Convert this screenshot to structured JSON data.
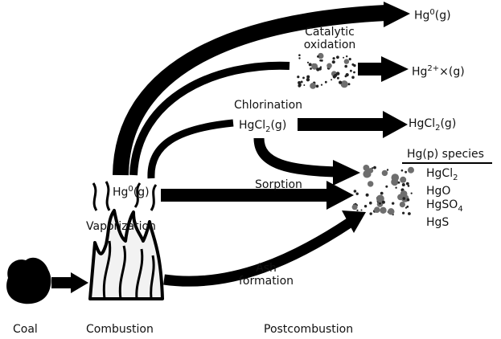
{
  "labels": {
    "hg0_top": {
      "base": "Hg",
      "sup": "0",
      "tail": "(g)"
    },
    "catalytic_oxidation": [
      "Catalytic",
      "oxidation"
    ],
    "hg2_plus": {
      "base": "Hg",
      "sup": "2+",
      "tail": "×(g)"
    },
    "chlorination": "Chlorination",
    "hgcl2_mid": {
      "base": "HgCl",
      "sub": "2",
      "tail": "(g)"
    },
    "hgcl2_right": {
      "base": "HgCl",
      "sub": "2",
      "tail": "(g)"
    },
    "hgp_species": "Hg(p) species",
    "species": [
      {
        "base": "HgCl",
        "sub": "2"
      },
      {
        "base": "HgO",
        "sub": ""
      },
      {
        "base": "HgSO",
        "sub": "4"
      },
      {
        "base": "HgS",
        "sub": ""
      }
    ],
    "hg0_source": {
      "base": "Hg",
      "sup": "0",
      "tail": "(g)"
    },
    "sorption": "Sorption",
    "vaporization": "Vaporization",
    "ash_formation": [
      "Ash",
      "formation"
    ]
  },
  "stages": {
    "coal": "Coal",
    "combustion": "Combustion",
    "postcombustion": "Postcombustion"
  },
  "colors": {
    "ink": "#000000",
    "particle": "#777777",
    "flame_fill": "#f2f2f2"
  }
}
